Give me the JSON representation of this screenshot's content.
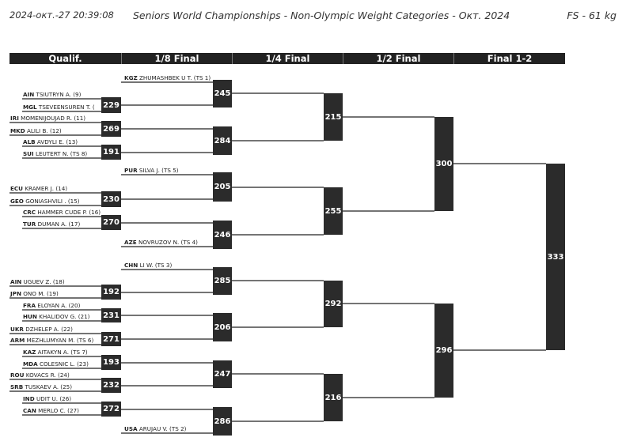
{
  "header": {
    "timestamp": "2024-окт.-27 20:39:08",
    "title": "Seniors World Championships - Non-Olympic Weight Categories - Окт. 2024",
    "category": "FS - 61 kg"
  },
  "rounds": [
    "Qualif.",
    "1/8 Final",
    "1/4 Final",
    "1/2 Final",
    "Final 1-2"
  ],
  "wrestlers": [
    {
      "country": "KGZ",
      "name": "ZHUMASHBEK U T. (TS 1)"
    },
    {
      "country": "AIN",
      "name": "TSIUTRYN A. (9)"
    },
    {
      "country": "MGL",
      "name": "TSEVEENSUREN T. ("
    },
    {
      "country": "IRI",
      "name": "MOMENIJOUJAD R. (11)"
    },
    {
      "country": "MKD",
      "name": "ALILI B. (12)"
    },
    {
      "country": "ALB",
      "name": "AVDYLI E. (13)"
    },
    {
      "country": "SUI",
      "name": "LEUTERT N. (TS 8)"
    },
    {
      "country": "PUR",
      "name": "SILVA J. (TS 5)"
    },
    {
      "country": "ECU",
      "name": "KRAMER J. (14)"
    },
    {
      "country": "GEO",
      "name": "GONIASHVILI . (15)"
    },
    {
      "country": "CRC",
      "name": "HAMMER CUDE P. (16)"
    },
    {
      "country": "TUR",
      "name": "DUMAN A. (17)"
    },
    {
      "country": "AZE",
      "name": "NOVRUZOV N. (TS 4)"
    },
    {
      "country": "CHN",
      "name": "LI W. (TS 3)"
    },
    {
      "country": "AIN",
      "name": "UGUEV Z. (18)"
    },
    {
      "country": "JPN",
      "name": "ONO M. (19)"
    },
    {
      "country": "FRA",
      "name": "ELOYAN A. (20)"
    },
    {
      "country": "HUN",
      "name": "KHALIDOV G. (21)"
    },
    {
      "country": "UKR",
      "name": "DZHELEP A. (22)"
    },
    {
      "country": "ARM",
      "name": "MEZHLUMYAN M. (TS 6)"
    },
    {
      "country": "KAZ",
      "name": "AITAKYN A. (TS 7)"
    },
    {
      "country": "MDA",
      "name": "COLESNIC L. (23)"
    },
    {
      "country": "ROU",
      "name": "KOVACS R. (24)"
    },
    {
      "country": "SRB",
      "name": "TUSKAEV A. (25)"
    },
    {
      "country": "IND",
      "name": "UDIT U. (26)"
    },
    {
      "country": "CAN",
      "name": "MERLO C. (27)"
    },
    {
      "country": "USA",
      "name": "ARUJAU V. (TS 2)"
    }
  ],
  "bouts": {
    "qualification": [
      "229",
      "269",
      "191",
      "230",
      "270",
      "192",
      "231",
      "271",
      "193",
      "232",
      "272"
    ],
    "eighth_final": [
      "245",
      "284",
      "205",
      "246",
      "285",
      "206",
      "247",
      "286"
    ],
    "quarter_final": [
      "215",
      "255",
      "292",
      "216"
    ],
    "semi_final": [
      "300",
      "296"
    ],
    "final": [
      "333"
    ]
  }
}
